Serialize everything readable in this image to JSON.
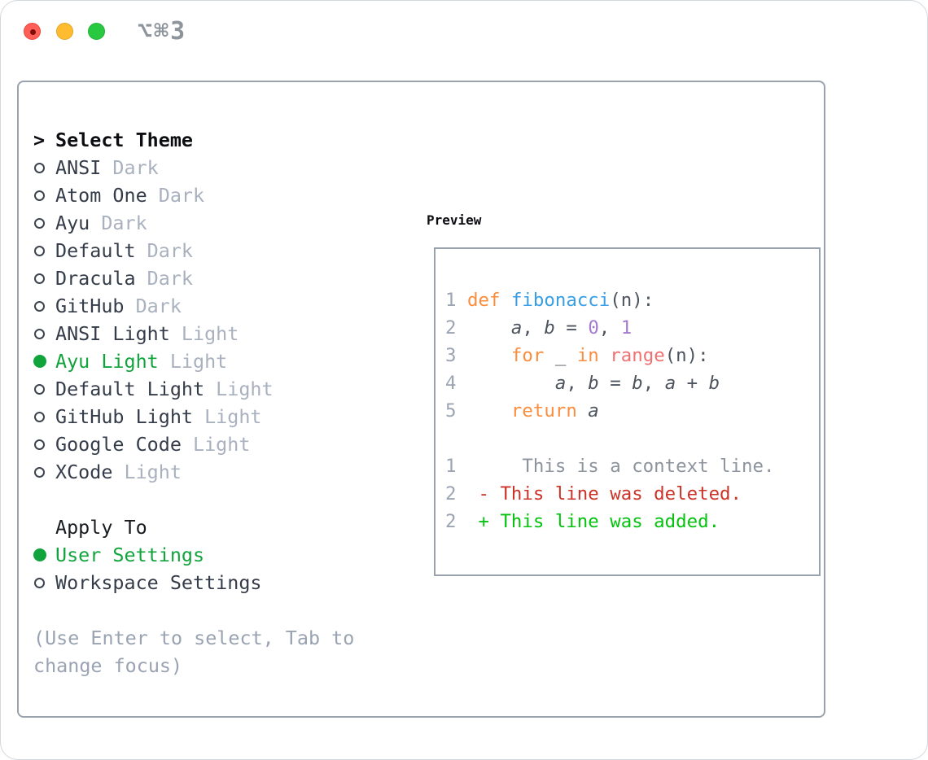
{
  "window": {
    "title": "⌥⌘3",
    "traffic_lights": [
      {
        "name": "close",
        "color": "#ff5f57"
      },
      {
        "name": "minimize",
        "color": "#febc2e"
      },
      {
        "name": "zoom",
        "color": "#28c840"
      }
    ]
  },
  "theme_panel": {
    "prompt": ">",
    "header": "Select Theme",
    "items": [
      {
        "name": "ANSI",
        "variant": "Dark",
        "selected": false
      },
      {
        "name": "Atom One",
        "variant": "Dark",
        "selected": false
      },
      {
        "name": "Ayu",
        "variant": "Dark",
        "selected": false
      },
      {
        "name": "Default",
        "variant": "Dark",
        "selected": false
      },
      {
        "name": "Dracula",
        "variant": "Dark",
        "selected": false
      },
      {
        "name": "GitHub",
        "variant": "Dark",
        "selected": false
      },
      {
        "name": "ANSI Light",
        "variant": "Light",
        "selected": false
      },
      {
        "name": "Ayu Light",
        "variant": "Light",
        "selected": true
      },
      {
        "name": "Default Light",
        "variant": "Light",
        "selected": false
      },
      {
        "name": "GitHub Light",
        "variant": "Light",
        "selected": false
      },
      {
        "name": "Google Code",
        "variant": "Light",
        "selected": false
      },
      {
        "name": "XCode",
        "variant": "Light",
        "selected": false
      }
    ]
  },
  "apply_to": {
    "header": "Apply To",
    "options": [
      {
        "label": "User Settings",
        "selected": true
      },
      {
        "label": "Workspace Settings",
        "selected": false
      }
    ]
  },
  "hint": "(Use Enter to select, Tab to change focus)",
  "preview": {
    "header": "Preview",
    "code_lines": [
      {
        "num": "1",
        "tokens": [
          {
            "t": "def",
            "s": "kw"
          },
          {
            "t": " ",
            "s": "plain"
          },
          {
            "t": "fibonacci",
            "s": "fn"
          },
          {
            "t": "(n):",
            "s": "plain"
          }
        ]
      },
      {
        "num": "2",
        "tokens": [
          {
            "t": "    ",
            "s": "plain"
          },
          {
            "t": "a",
            "s": "var"
          },
          {
            "t": ", ",
            "s": "plain"
          },
          {
            "t": "b",
            "s": "var"
          },
          {
            "t": " = ",
            "s": "plain"
          },
          {
            "t": "0",
            "s": "num"
          },
          {
            "t": ", ",
            "s": "plain"
          },
          {
            "t": "1",
            "s": "num"
          }
        ]
      },
      {
        "num": "3",
        "tokens": [
          {
            "t": "    ",
            "s": "plain"
          },
          {
            "t": "for",
            "s": "kw"
          },
          {
            "t": " _ ",
            "s": "plain"
          },
          {
            "t": "in",
            "s": "kw"
          },
          {
            "t": " ",
            "s": "plain"
          },
          {
            "t": "range",
            "s": "call"
          },
          {
            "t": "(n):",
            "s": "plain"
          }
        ]
      },
      {
        "num": "4",
        "tokens": [
          {
            "t": "        ",
            "s": "plain"
          },
          {
            "t": "a",
            "s": "var"
          },
          {
            "t": ", ",
            "s": "plain"
          },
          {
            "t": "b",
            "s": "var"
          },
          {
            "t": " = ",
            "s": "plain"
          },
          {
            "t": "b",
            "s": "var"
          },
          {
            "t": ", ",
            "s": "plain"
          },
          {
            "t": "a",
            "s": "var"
          },
          {
            "t": " + ",
            "s": "plain"
          },
          {
            "t": "b",
            "s": "var"
          }
        ]
      },
      {
        "num": "5",
        "tokens": [
          {
            "t": "    ",
            "s": "plain"
          },
          {
            "t": "return",
            "s": "kw"
          },
          {
            "t": " ",
            "s": "plain"
          },
          {
            "t": "a",
            "s": "var"
          }
        ]
      }
    ],
    "diff_lines": [
      {
        "num": "1",
        "text": "     This is a context line.",
        "type": "context"
      },
      {
        "num": "2",
        "text": " - This line was deleted.",
        "type": "deleted"
      },
      {
        "num": "2",
        "text": " + This line was added.",
        "type": "added"
      }
    ]
  },
  "colors": {
    "accent_green": "#12a43c",
    "keyword_orange": "#fa8d3e",
    "function_blue": "#399ee6",
    "builtin_coral": "#f07171",
    "number_purple": "#a37acc",
    "deleted_red": "#cc3328",
    "added_green": "#04c30f",
    "traffic_red": "#ff5f57",
    "traffic_yellow": "#febc2e",
    "traffic_green": "#28c840"
  }
}
